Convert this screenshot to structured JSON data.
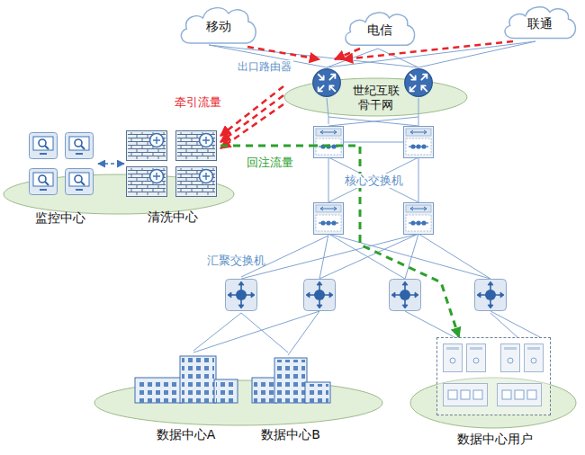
{
  "diagram": {
    "nodes": [
      {
        "text": [
          "移动"
        ]
      },
      {
        "text": [
          "电信"
        ]
      },
      {
        "text": [
          "联通"
        ]
      },
      {
        "text": [
          "世纪互联 骨干网"
        ]
      },
      {
        "text": [
          "监控中心"
        ]
      },
      {
        "text": [
          "清洗中心"
        ]
      },
      {
        "text": [
          "核心交换机"
        ]
      },
      {
        "text": [
          "汇聚交换机"
        ]
      },
      {
        "text": [
          "数据中心A"
        ]
      },
      {
        "text": [
          "数据中心B"
        ]
      },
      {
        "text": [
          "数据中心用户"
        ]
      }
    ],
    "edges": [
      {
        "from": 0,
        "to": 3,
        "arrow": "to"
      },
      {
        "from": 1,
        "to": 3,
        "arrow": "to"
      },
      {
        "from": 2,
        "to": 3,
        "arrow": "to"
      },
      {
        "from": 3,
        "to": 5,
        "label": "牵引流量",
        "arrow": "to"
      },
      {
        "from": 4,
        "to": 5,
        "arrow": "both"
      },
      {
        "from": 5,
        "to": 6,
        "label": "回注流量",
        "arrow": "none"
      },
      {
        "from": 6,
        "to": 10,
        "arrow": "to"
      },
      {
        "from": 3,
        "to": 6,
        "arrow": "none"
      },
      {
        "from": 6,
        "to": 7,
        "arrow": "none"
      },
      {
        "from": 7,
        "to": 8,
        "arrow": "none"
      },
      {
        "from": 7,
        "to": 9,
        "arrow": "none"
      },
      {
        "from": 7,
        "to": 10,
        "arrow": "none"
      }
    ],
    "labels": [
      "出口路由器"
    ]
  }
}
